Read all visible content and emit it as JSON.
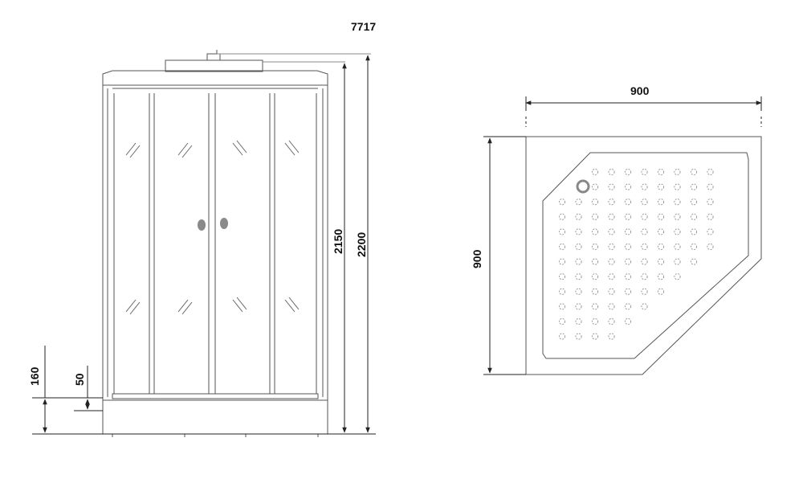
{
  "model": "7717",
  "front_view": {
    "dims": {
      "height_inner": "2150",
      "height_total": "2200",
      "tray_height": "160",
      "tray_lip": "50"
    }
  },
  "top_view": {
    "dims": {
      "width": "900",
      "depth": "900"
    }
  },
  "colors": {
    "line": "#555555",
    "dim_line": "#222222",
    "handle": "#8a8a8a",
    "drain": "#8a8a8a",
    "hole": "#9a9a9a",
    "background": "#ffffff"
  }
}
